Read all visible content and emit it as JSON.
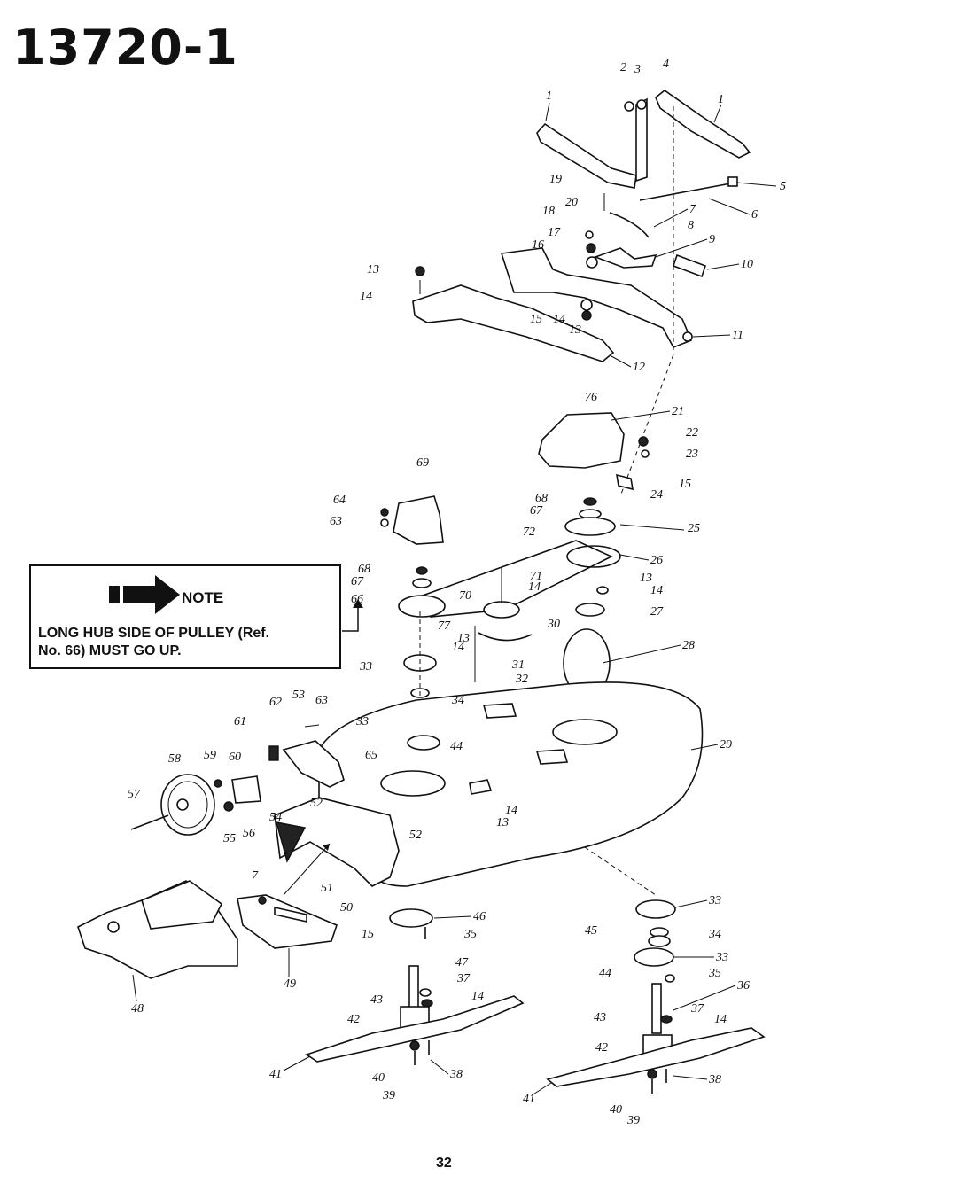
{
  "document": {
    "model_number": "13720-1",
    "page_number": "32"
  },
  "note": {
    "label": "NOTE",
    "text_line1": "LONG HUB SIDE OF PULLEY (Ref.",
    "text_line2": "No. 66) MUST GO UP."
  },
  "callouts": [
    "1",
    "2",
    "3",
    "4",
    "1",
    "19",
    "5",
    "6",
    "20",
    "7",
    "18",
    "8",
    "17",
    "9",
    "16",
    "10",
    "13",
    "14",
    "15",
    "14",
    "13",
    "11",
    "12",
    "76",
    "21",
    "22",
    "23",
    "15",
    "24",
    "69",
    "64",
    "63",
    "68",
    "67",
    "25",
    "72",
    "26",
    "68",
    "67",
    "71",
    "14",
    "13",
    "14",
    "66",
    "70",
    "27",
    "77",
    "13",
    "14",
    "30",
    "28",
    "33",
    "31",
    "32",
    "34",
    "64",
    "62",
    "53",
    "63",
    "61",
    "33",
    "44",
    "29",
    "58",
    "59",
    "60",
    "65",
    "57",
    "52",
    "14",
    "13",
    "54",
    "52",
    "55",
    "56",
    "7",
    "51",
    "50",
    "46",
    "15",
    "35",
    "45",
    "33",
    "34",
    "33",
    "47",
    "37",
    "44",
    "35",
    "36",
    "48",
    "49",
    "43",
    "14",
    "42",
    "37",
    "14",
    "43",
    "41",
    "40",
    "38",
    "42",
    "39",
    "41",
    "40",
    "39",
    "38"
  ]
}
